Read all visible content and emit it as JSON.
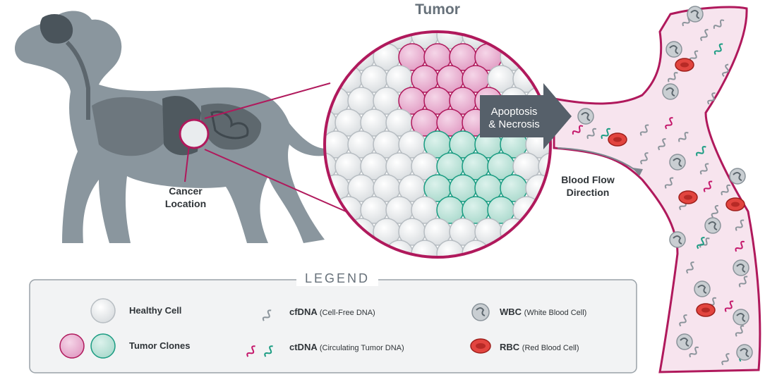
{
  "title": "Tumor",
  "cancer_location_line1": "Cancer",
  "cancer_location_line2": "Location",
  "arrow_line1": "Apoptosis",
  "arrow_line2": "& Necrosis",
  "flow_line1": "Blood Flow",
  "flow_line2": "Direction",
  "legend": {
    "title": "LEGEND",
    "healthy": "Healthy Cell",
    "tumor": "Tumor Clones",
    "cfdna": "cfDNA",
    "cfdna_note": "(Cell-Free DNA)",
    "ctdna": "ctDNA",
    "ctdna_note": "(Circulating Tumor DNA)",
    "wbc": "WBC",
    "wbc_note": "(White Blood Cell)",
    "rbc": "RBC",
    "rbc_note": "(Red Blood Cell)"
  },
  "colors": {
    "healthy": "#e6e8ea",
    "tumor_pink": "#e7a9cc",
    "tumor_green": "#b8e0d6",
    "accent": "#b0195c",
    "vessel": "#f6e7ef",
    "cfdna": "#8b949b",
    "ctdna_pink": "#c4166a",
    "ctdna_green": "#1a9c82",
    "rbc": "#e2453f",
    "dog": "#7c8a94"
  }
}
